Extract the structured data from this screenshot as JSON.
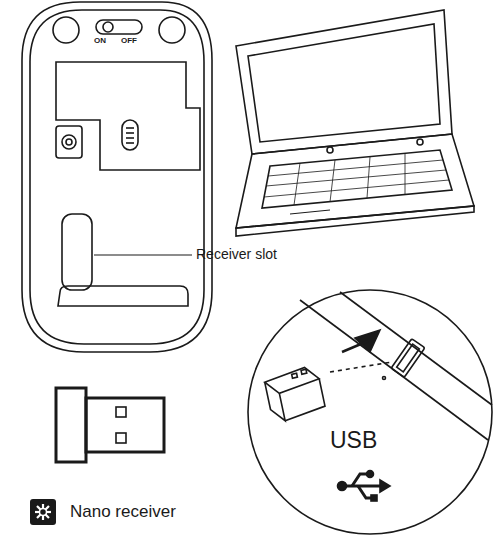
{
  "diagram": {
    "labels": [
      "ON",
      "OFF",
      "Receiver slot",
      "USB",
      "Nano receiver"
    ]
  }
}
